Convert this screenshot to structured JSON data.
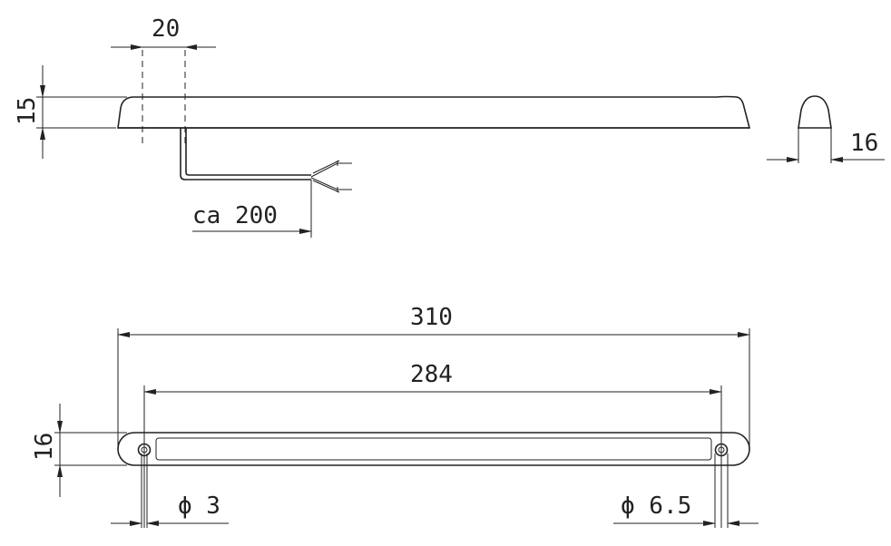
{
  "dimensions": {
    "top_offset": "20",
    "height_side": "15",
    "depth_end": "16",
    "cable_length": "ca 200",
    "overall_length": "310",
    "hole_spacing": "284",
    "width_plan": "16",
    "hole_small": "ϕ 3",
    "hole_large": "ϕ 6.5"
  }
}
